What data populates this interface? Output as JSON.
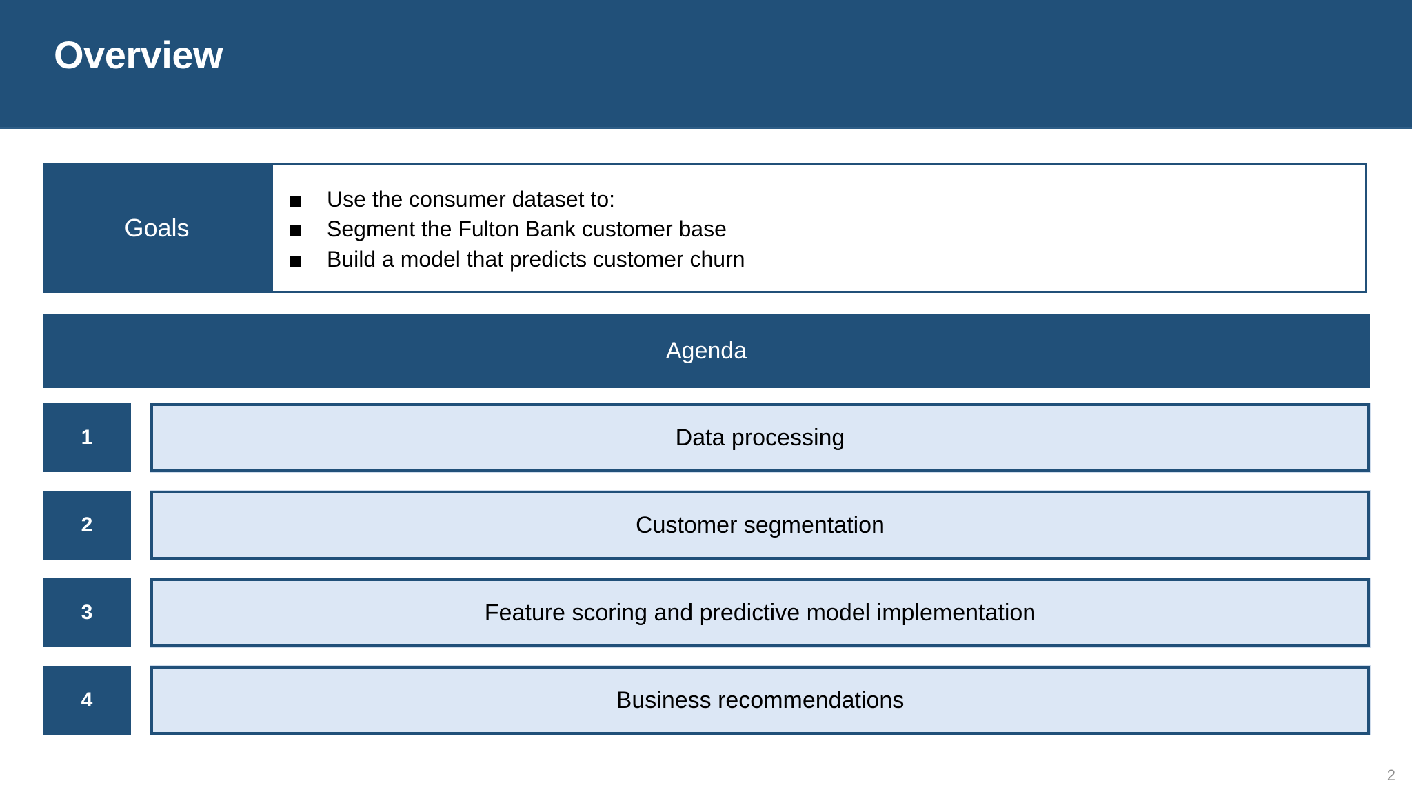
{
  "slide": {
    "title": "Overview",
    "page_number": "2",
    "colors": {
      "brand_dark_blue": "#215079",
      "panel_light_blue": "#dce7f5",
      "text_black": "#000000",
      "text_white": "#ffffff",
      "page_number_gray": "#8b8b8b"
    }
  },
  "goals": {
    "label": "Goals",
    "items": [
      {
        "text": "Use the consumer dataset to:"
      },
      {
        "text": "Segment the Fulton Bank customer base"
      },
      {
        "text": "Build a model that predicts customer churn"
      }
    ]
  },
  "agenda": {
    "header": "Agenda",
    "rows": [
      {
        "number": "1",
        "label": "Data processing"
      },
      {
        "number": "2",
        "label": "Customer segmentation"
      },
      {
        "number": "3",
        "label": "Feature scoring and predictive model implementation"
      },
      {
        "number": "4",
        "label": "Business recommendations"
      }
    ]
  }
}
